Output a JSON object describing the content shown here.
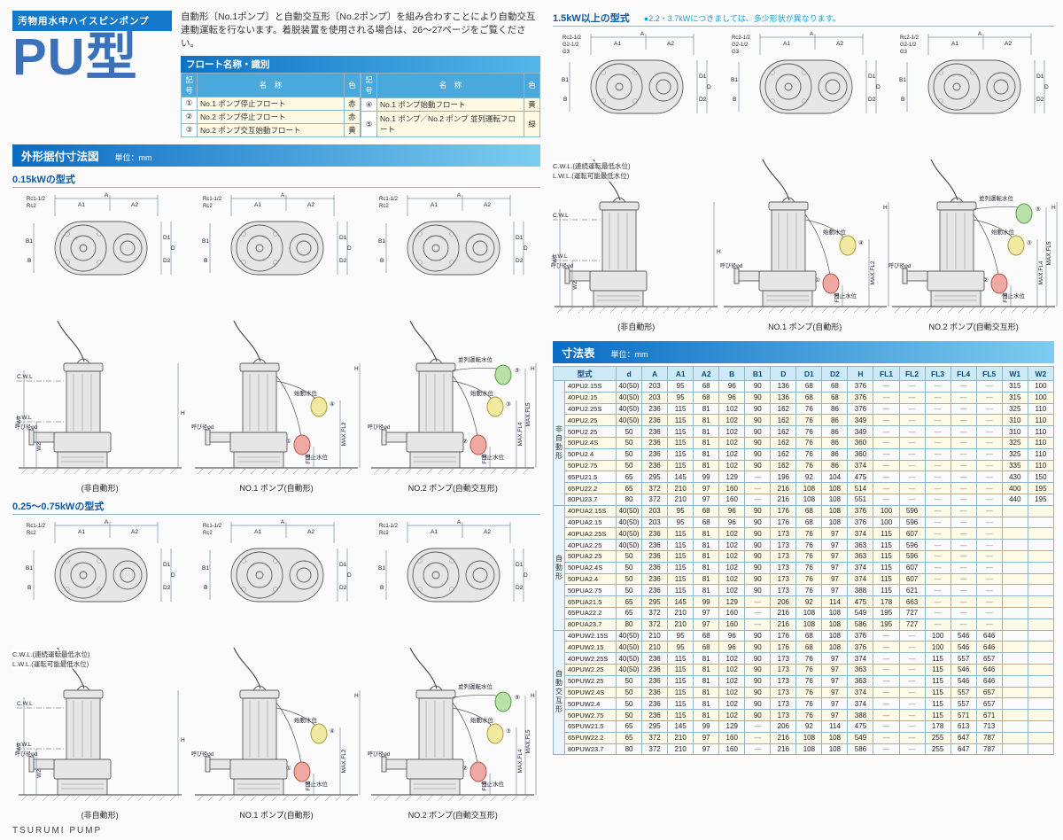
{
  "page": {
    "brand": "TSURUMI PUMP"
  },
  "colors": {
    "band": "#0a6cc2",
    "band_light": "#7dcdf0",
    "heading": "#0d5ba6",
    "note": "#18a0d8",
    "float_red": "#c23",
    "float_yellow": "#a80",
    "float_green": "#2a7a2a"
  },
  "header": {
    "category": "汚物用水中ハイスピンポンプ",
    "model": "PU型",
    "description": "自動形〔No.1ポンプ〕と自動交互形〔No.2ポンプ〕を組み合わすことにより自動交互連動運転を行ないます。着脱装置を使用される場合は、26〜27ページをご覧ください。"
  },
  "float_table": {
    "title": "フロート名称・識別",
    "headers": [
      "記号",
      "名　称",
      "色"
    ],
    "left_rows": [
      {
        "symbol": "①",
        "name": "No.1 ポンプ停止フロート",
        "color": "赤"
      },
      {
        "symbol": "②",
        "name": "No.2 ポンプ停止フロート",
        "color": "赤"
      },
      {
        "symbol": "③",
        "name": "No.2 ポンプ交互始動フロート",
        "color": "黄"
      }
    ],
    "right_rows": [
      {
        "symbol": "④",
        "name": "No.1 ポンプ始動フロート",
        "color": "黄"
      },
      {
        "symbol": "⑤",
        "name": "No.1 ポンプ／No.2 ポンプ 並列運転フロート",
        "color": "緑"
      }
    ]
  },
  "sections": {
    "dim_fig_title": "外形据付寸法図",
    "unit": "単位：mm",
    "kw015": "0.15kWの型式",
    "kw025": "0.25〜0.75kWの型式",
    "kw15": "1.5kW以上の型式",
    "kw15_note": "●2.2・3.7kWにつきましては、多少形状が異なります。",
    "dim_table_title": "寸法表"
  },
  "figures": {
    "captions": [
      "(非自動形)",
      "NO.1 ポンプ(自動形)",
      "NO.2 ポンプ(自動交互形)"
    ],
    "labels": {
      "a": "A",
      "a1": "A1",
      "a2": "A2",
      "b": "B",
      "b1": "B1",
      "d": "D",
      "d1": "D1",
      "d2": "D2",
      "h": "H",
      "w1": "W1",
      "w2": "W2",
      "fl1": "FL1",
      "fl3": "FL3",
      "maxfl2": "MAX.FL2",
      "maxfl4": "MAX.FL4",
      "maxfl5": "MAX.FL5",
      "cwl": "C.W.L",
      "lwl": "L.W.L",
      "bore": "呼び径φd",
      "stop": "停止水位",
      "start": "始動水位",
      "parallel": "並列運転水位"
    },
    "symbols": {
      "stop1": "①",
      "start1": "④",
      "stop2": "②",
      "start2": "③",
      "parallel": "⑤"
    },
    "sets": [
      {
        "container": "figs-015",
        "rc": [
          "Rc1-1/2",
          "Rc2"
        ]
      },
      {
        "container": "figs-025",
        "rc": [
          "Rc1-1/2",
          "Rc2"
        ],
        "note1": "C.W.L.(連続運転最低水位)",
        "note2": "L.W.L.(運転可能最低水位)"
      },
      {
        "container": "figs-15",
        "rc": [
          "Rc2-1/2",
          "G2-1/2",
          "G3"
        ],
        "note1": "C.W.L.(連続運転最低水位)",
        "note2": "L.W.L.(運転可能最低水位)"
      }
    ]
  },
  "dimension_table": {
    "headers": [
      "型式",
      "d",
      "A",
      "A1",
      "A2",
      "B",
      "B1",
      "D",
      "D1",
      "D2",
      "H",
      "FL1",
      "FL2",
      "FL3",
      "FL4",
      "FL5",
      "W1",
      "W2"
    ],
    "groups": [
      {
        "label": "非自動形",
        "rows": [
          [
            "40PU2.15S",
            "40(50)",
            "203",
            "95",
            "68",
            "96",
            "90",
            "136",
            "68",
            "68",
            "376",
            "—",
            "—",
            "—",
            "—",
            "—",
            "315",
            "100"
          ],
          [
            "40PU2.15",
            "40(50)",
            "203",
            "95",
            "68",
            "96",
            "90",
            "136",
            "68",
            "68",
            "376",
            "—",
            "—",
            "—",
            "—",
            "—",
            "315",
            "100"
          ],
          [
            "40PU2.25S",
            "40(50)",
            "236",
            "115",
            "81",
            "102",
            "90",
            "162",
            "76",
            "86",
            "376",
            "—",
            "—",
            "—",
            "—",
            "—",
            "325",
            "110"
          ],
          [
            "40PU2.25",
            "40(50)",
            "236",
            "115",
            "81",
            "102",
            "90",
            "162",
            "76",
            "86",
            "349",
            "—",
            "—",
            "—",
            "—",
            "—",
            "310",
            "110"
          ],
          [
            "50PU2.25",
            "50",
            "236",
            "115",
            "81",
            "102",
            "90",
            "162",
            "76",
            "86",
            "349",
            "—",
            "—",
            "—",
            "—",
            "—",
            "310",
            "110"
          ],
          [
            "50PU2.4S",
            "50",
            "236",
            "115",
            "81",
            "102",
            "90",
            "162",
            "76",
            "86",
            "360",
            "—",
            "—",
            "—",
            "—",
            "—",
            "325",
            "110"
          ],
          [
            "50PU2.4",
            "50",
            "236",
            "115",
            "81",
            "102",
            "90",
            "162",
            "76",
            "86",
            "360",
            "—",
            "—",
            "—",
            "—",
            "—",
            "325",
            "110"
          ],
          [
            "50PU2.75",
            "50",
            "236",
            "115",
            "81",
            "102",
            "90",
            "162",
            "76",
            "86",
            "374",
            "—",
            "—",
            "—",
            "—",
            "—",
            "335",
            "110"
          ],
          [
            "65PU21.5",
            "65",
            "295",
            "145",
            "99",
            "129",
            "—",
            "196",
            "92",
            "104",
            "475",
            "—",
            "—",
            "—",
            "—",
            "—",
            "430",
            "150"
          ],
          [
            "65PU22.2",
            "65",
            "372",
            "210",
            "97",
            "160",
            "—",
            "216",
            "108",
            "108",
            "514",
            "—",
            "—",
            "—",
            "—",
            "—",
            "400",
            "195"
          ],
          [
            "80PU23.7",
            "80",
            "372",
            "210",
            "97",
            "160",
            "—",
            "216",
            "108",
            "108",
            "551",
            "—",
            "—",
            "—",
            "—",
            "—",
            "440",
            "195"
          ]
        ]
      },
      {
        "label": "自動形",
        "rows": [
          [
            "40PUA2.15S",
            "40(50)",
            "203",
            "95",
            "68",
            "96",
            "90",
            "176",
            "68",
            "108",
            "376",
            "100",
            "596",
            "—",
            "—",
            "—",
            "",
            ""
          ],
          [
            "40PUA2.15",
            "40(50)",
            "203",
            "95",
            "68",
            "96",
            "90",
            "176",
            "68",
            "108",
            "376",
            "100",
            "596",
            "—",
            "—",
            "—",
            "",
            ""
          ],
          [
            "40PUA2.25S",
            "40(50)",
            "236",
            "115",
            "81",
            "102",
            "90",
            "173",
            "76",
            "97",
            "374",
            "115",
            "607",
            "—",
            "—",
            "—",
            "",
            ""
          ],
          [
            "40PUA2.25",
            "40(50)",
            "236",
            "115",
            "81",
            "102",
            "90",
            "173",
            "76",
            "97",
            "363",
            "115",
            "596",
            "—",
            "—",
            "—",
            "",
            ""
          ],
          [
            "50PUA2.25",
            "50",
            "236",
            "115",
            "81",
            "102",
            "90",
            "173",
            "76",
            "97",
            "363",
            "115",
            "596",
            "—",
            "—",
            "—",
            "",
            ""
          ],
          [
            "50PUA2.4S",
            "50",
            "236",
            "115",
            "81",
            "102",
            "90",
            "173",
            "76",
            "97",
            "374",
            "115",
            "607",
            "—",
            "—",
            "—",
            "",
            ""
          ],
          [
            "50PUA2.4",
            "50",
            "236",
            "115",
            "81",
            "102",
            "90",
            "173",
            "76",
            "97",
            "374",
            "115",
            "607",
            "—",
            "—",
            "—",
            "",
            ""
          ],
          [
            "50PUA2.75",
            "50",
            "236",
            "115",
            "81",
            "102",
            "90",
            "173",
            "76",
            "97",
            "388",
            "115",
            "621",
            "—",
            "—",
            "—",
            "",
            ""
          ],
          [
            "65PUA21.5",
            "65",
            "295",
            "145",
            "99",
            "129",
            "—",
            "206",
            "92",
            "114",
            "475",
            "178",
            "663",
            "—",
            "—",
            "—",
            "",
            ""
          ],
          [
            "65PUA22.2",
            "65",
            "372",
            "210",
            "97",
            "160",
            "—",
            "216",
            "108",
            "108",
            "549",
            "195",
            "727",
            "—",
            "—",
            "—",
            "",
            ""
          ],
          [
            "80PUA23.7",
            "80",
            "372",
            "210",
            "97",
            "160",
            "—",
            "216",
            "108",
            "108",
            "586",
            "195",
            "727",
            "—",
            "—",
            "—",
            "",
            ""
          ]
        ]
      },
      {
        "label": "自動交互形",
        "rows": [
          [
            "40PUW2.15S",
            "40(50)",
            "210",
            "95",
            "68",
            "96",
            "90",
            "176",
            "68",
            "108",
            "376",
            "—",
            "—",
            "100",
            "546",
            "646",
            "",
            ""
          ],
          [
            "40PUW2.15",
            "40(50)",
            "210",
            "95",
            "68",
            "96",
            "90",
            "176",
            "68",
            "108",
            "376",
            "—",
            "—",
            "100",
            "546",
            "646",
            "",
            ""
          ],
          [
            "40PUW2.25S",
            "40(50)",
            "236",
            "115",
            "81",
            "102",
            "90",
            "173",
            "76",
            "97",
            "374",
            "—",
            "—",
            "115",
            "557",
            "657",
            "",
            ""
          ],
          [
            "40PUW2.25",
            "40(50)",
            "236",
            "115",
            "81",
            "102",
            "90",
            "173",
            "76",
            "97",
            "363",
            "—",
            "—",
            "115",
            "546",
            "646",
            "",
            ""
          ],
          [
            "50PUW2.25",
            "50",
            "236",
            "115",
            "81",
            "102",
            "90",
            "173",
            "76",
            "97",
            "363",
            "—",
            "—",
            "115",
            "546",
            "646",
            "",
            ""
          ],
          [
            "50PUW2.4S",
            "50",
            "236",
            "115",
            "81",
            "102",
            "90",
            "173",
            "76",
            "97",
            "374",
            "—",
            "—",
            "115",
            "557",
            "657",
            "",
            ""
          ],
          [
            "50PUW2.4",
            "50",
            "236",
            "115",
            "81",
            "102",
            "90",
            "173",
            "76",
            "97",
            "374",
            "—",
            "—",
            "115",
            "557",
            "657",
            "",
            ""
          ],
          [
            "50PUW2.75",
            "50",
            "236",
            "115",
            "81",
            "102",
            "90",
            "173",
            "76",
            "97",
            "388",
            "—",
            "—",
            "115",
            "571",
            "671",
            "",
            ""
          ],
          [
            "65PUW21.5",
            "65",
            "295",
            "145",
            "99",
            "129",
            "—",
            "206",
            "92",
            "114",
            "475",
            "—",
            "—",
            "178",
            "613",
            "713",
            "",
            ""
          ],
          [
            "65PUW22.2",
            "65",
            "372",
            "210",
            "97",
            "160",
            "—",
            "216",
            "108",
            "108",
            "549",
            "—",
            "—",
            "255",
            "647",
            "787",
            "",
            ""
          ],
          [
            "80PUW23.7",
            "80",
            "372",
            "210",
            "97",
            "160",
            "—",
            "216",
            "108",
            "108",
            "586",
            "—",
            "—",
            "255",
            "647",
            "787",
            "",
            ""
          ]
        ]
      }
    ]
  }
}
